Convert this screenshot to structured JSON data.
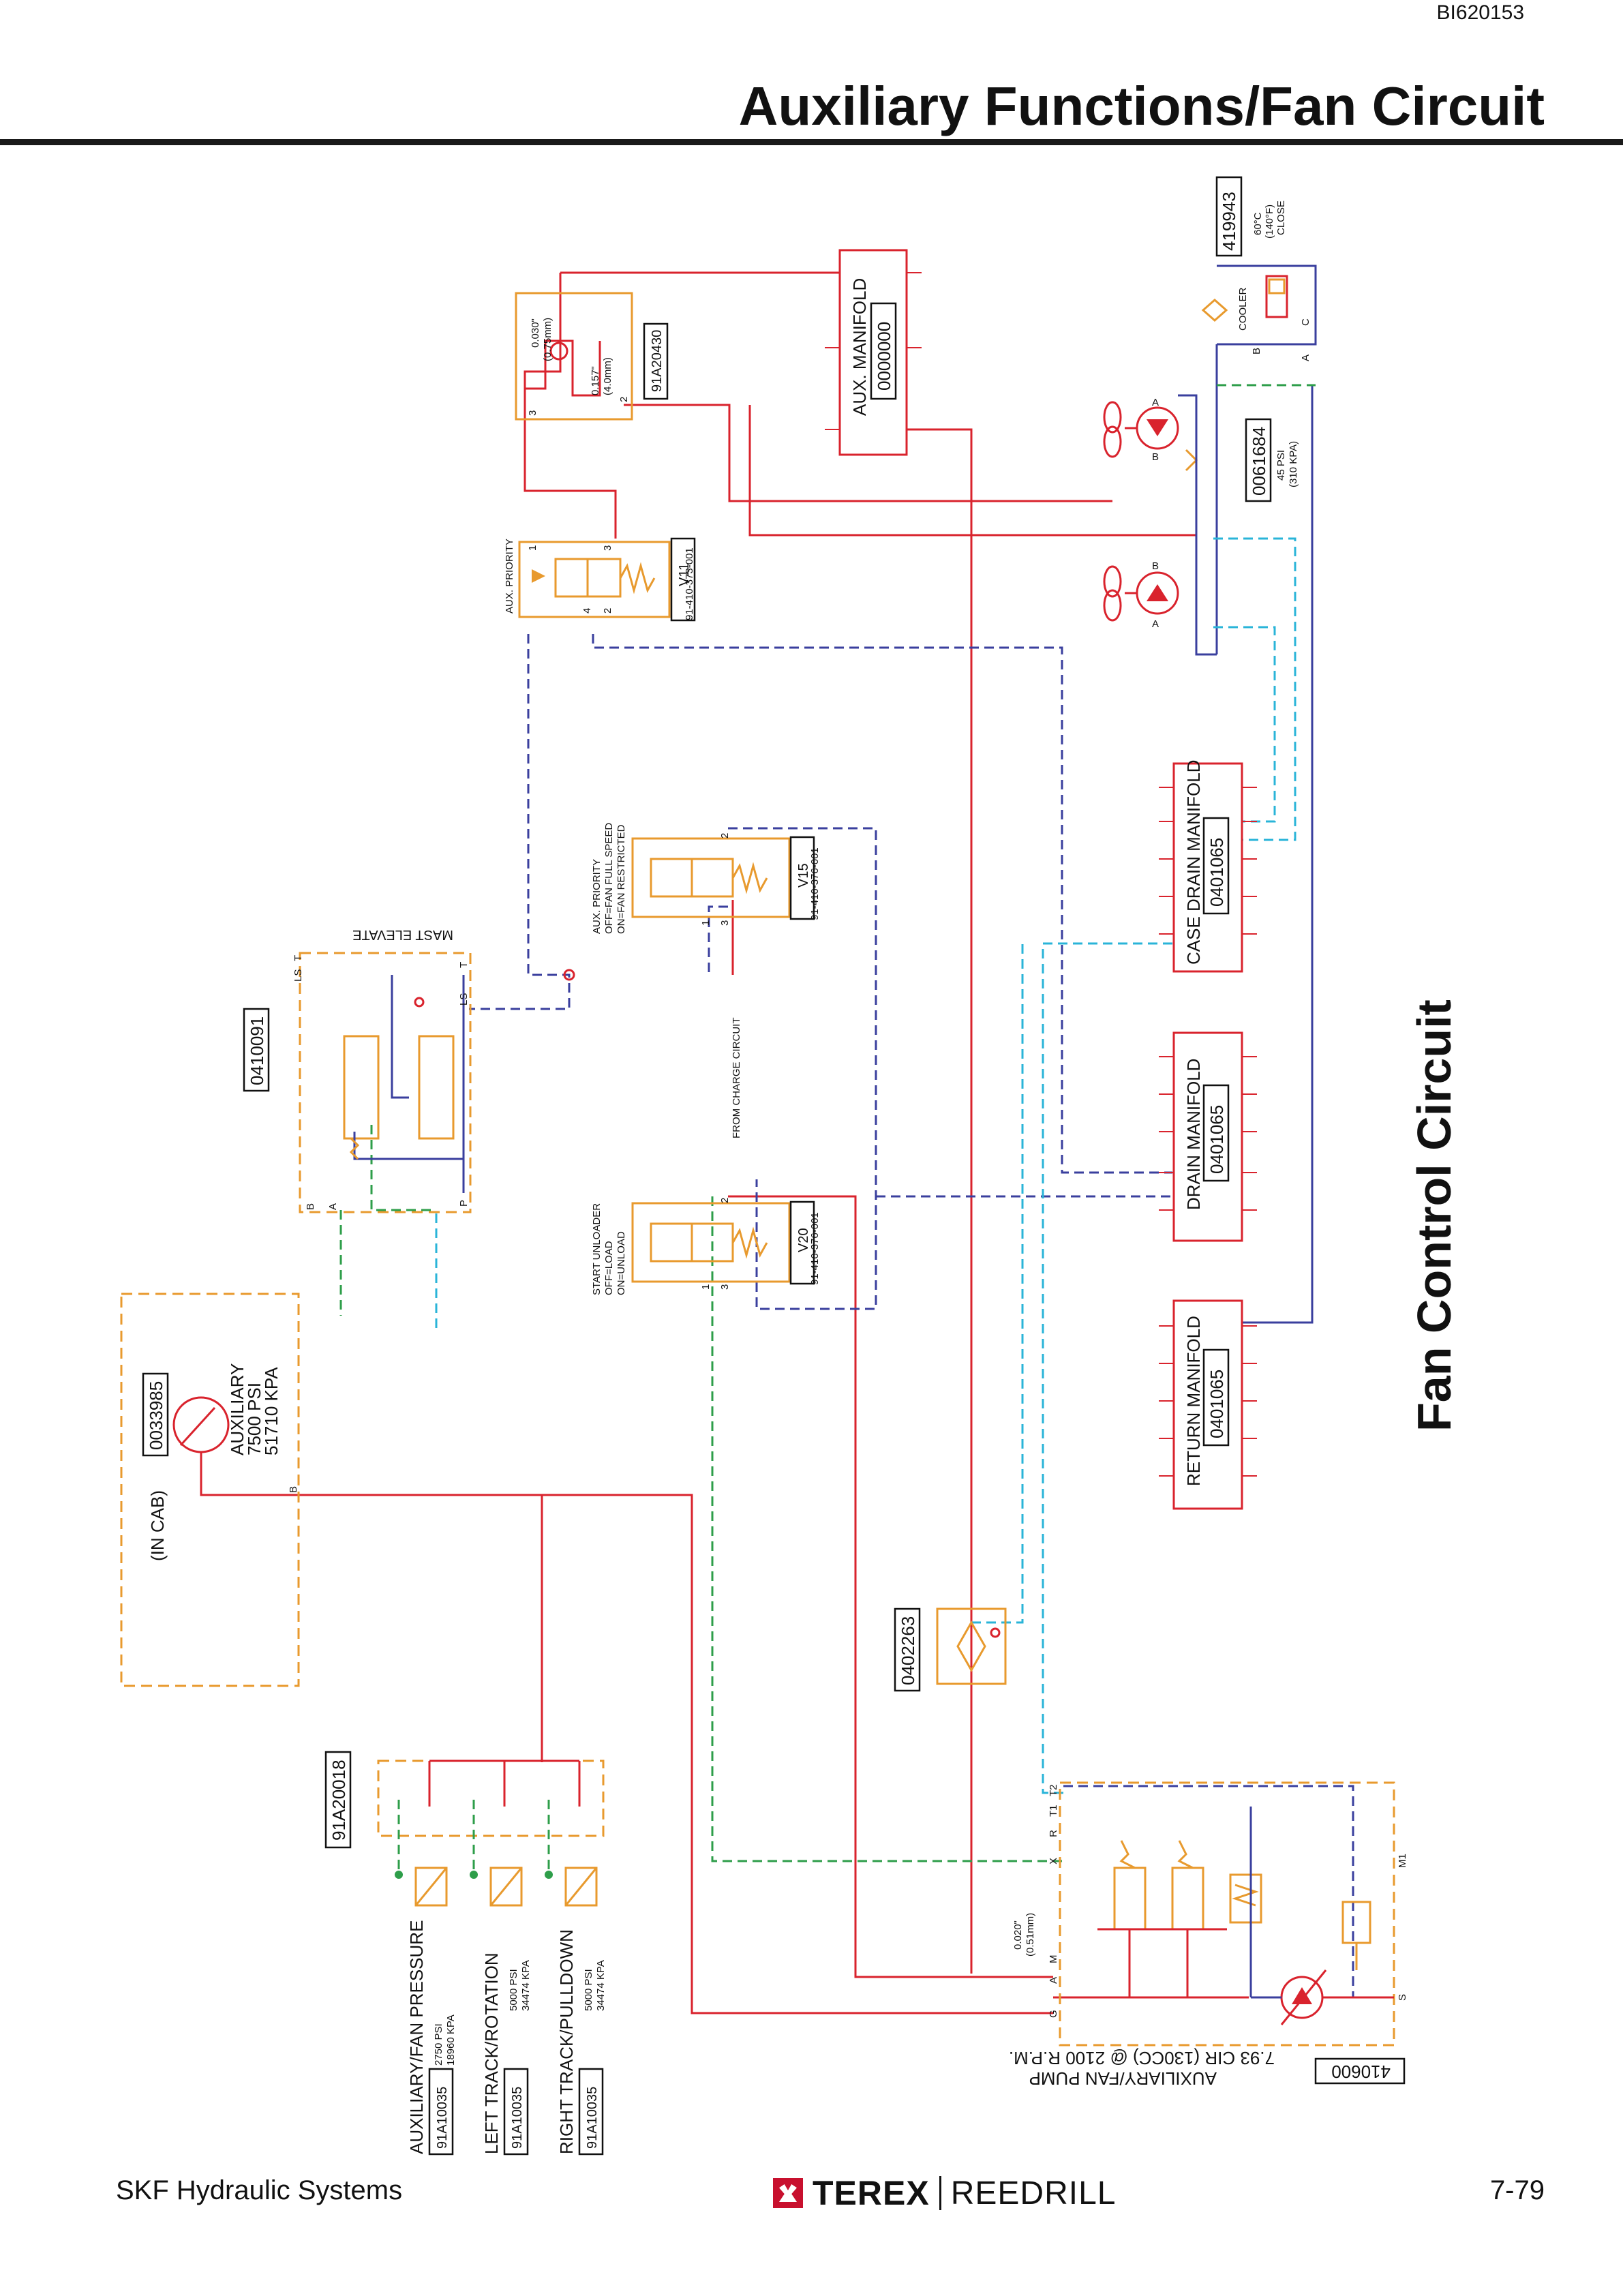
{
  "document_id": "BI620153",
  "page_title": "Auxiliary Functions/Fan Circuit",
  "section_title": "Fan Control Circuit",
  "footer": {
    "left": "SKF Hydraulic Systems",
    "page_number": "7-79",
    "brand_primary": "TEREX",
    "brand_secondary": "REEDRILL"
  },
  "colors": {
    "pressure_line": "#d9232d",
    "pilot_line": "#3a3f9e",
    "drain_line": "#2ab4d8",
    "return_line": "#2e9e4a",
    "component_outline": "#e89a2e",
    "component_red": "#d9232d"
  },
  "components": {
    "aux_manifold": {
      "label": "AUX. MANIFOLD",
      "part": "0000000"
    },
    "orifice_block": {
      "part": "91A20430",
      "orifice_1": "0.030\"",
      "orifice_1_metric": "(0.75mm)",
      "orifice_2": "0.157\"",
      "orifice_2_metric": "(4.0mm)",
      "port_3": "3",
      "port_2": "2"
    },
    "cooler": {
      "part": "419943",
      "label": "COOLER",
      "temp": "60°C",
      "temp_f": "(140°F)",
      "state": "CLOSE",
      "port_b": "B",
      "port_a": "A",
      "port_c": "C"
    },
    "check_valve": {
      "part": "0061684",
      "pressure": "45 PSI",
      "pressure_kpa": "(310 KPA)"
    },
    "motor_port_a": "A",
    "motor_port_b": "B",
    "aux_priority_valve": {
      "label": "AUX. PRIORITY",
      "valve_id": "V11",
      "part": "91-410-373-001",
      "port_1": "1",
      "port_2": "2",
      "port_3": "3",
      "port_4": "4"
    },
    "aux_priority_fan_valve": {
      "label_1": "AUX. PRIORITY",
      "label_2": "OFF=FAN FULL SPEED",
      "label_3": "ON=FAN RESTRICTED",
      "valve_id": "V15",
      "part": "91-410-376-001",
      "port_1": "1",
      "port_2": "2",
      "port_3": "3"
    },
    "start_unloader_valve": {
      "label_1": "START UNLOADER",
      "label_2": "OFF=LOAD",
      "label_3": "ON=UNLOAD",
      "valve_id": "V20",
      "part": "91-410-376-001",
      "port_1": "1",
      "port_2": "2",
      "port_3": "3"
    },
    "from_charge_circuit": "FROM CHARGE CIRCUIT",
    "mast_elevate": {
      "label": "MAST ELEVATE",
      "part": "0410091",
      "port_ls": "LS",
      "port_t": "T",
      "port_b": "B",
      "port_a": "A",
      "port_p": "P"
    },
    "case_drain_manifold": {
      "label": "CASE DRAIN MANIFOLD",
      "part": "0401065"
    },
    "drain_manifold": {
      "label": "DRAIN MANIFOLD",
      "part": "0401065"
    },
    "return_manifold": {
      "label": "RETURN MANIFOLD",
      "part": "0401065"
    },
    "gauge": {
      "part": "0033985",
      "location": "(IN CAB)",
      "label": "AUXILIARY",
      "pressure": "7500 PSI",
      "pressure_kpa": "51710 KPA",
      "port": "B"
    },
    "filter": {
      "part": "0402263"
    },
    "switch_block": {
      "part": "91A20018"
    },
    "pressure_switches": [
      {
        "label": "AUXILIARY/FAN PRESSURE",
        "pressure": "2750 PSI",
        "pressure_kpa": "18960 KPA",
        "part": "91A10035"
      },
      {
        "label": "LEFT TRACK/ROTATION",
        "pressure": "5000 PSI",
        "pressure_kpa": "34474 KPA",
        "part": "91A10035"
      },
      {
        "label": "RIGHT TRACK/PULLDOWN",
        "pressure": "5000 PSI",
        "pressure_kpa": "34474 KPA",
        "part": "91A10035"
      }
    ],
    "pump": {
      "part": "410600",
      "label_1": "AUXILIARY/FAN PUMP",
      "label_2": "7.93 CIR (130CC) @ 2100 R.P.M.",
      "orifice": "0.020\"",
      "orifice_metric": "(0.51mm)",
      "ports": [
        "G",
        "A",
        "M",
        "X",
        "R",
        "T1",
        "T2",
        "S",
        "M1"
      ]
    }
  }
}
